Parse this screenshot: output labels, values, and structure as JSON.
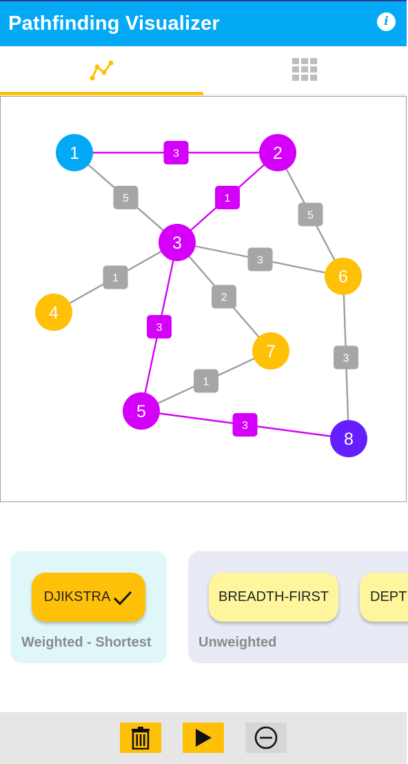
{
  "app": {
    "title": "Pathfinding Visualizer",
    "info_icon": "i",
    "accent_color": "#03A9F4",
    "highlight_color": "#FFC107"
  },
  "tabs": [
    {
      "icon": "graph-icon",
      "selected": true
    },
    {
      "icon": "grid-icon",
      "selected": false
    }
  ],
  "graph": {
    "colors": {
      "source": "#03A9F4",
      "path": "#D500F9",
      "visited": "#FFC107",
      "target": "#651FFF",
      "edge": "#9e9e9e",
      "weight_box": "#a6a6a6"
    },
    "nodes": [
      {
        "id": "1",
        "state": "source"
      },
      {
        "id": "2",
        "state": "path"
      },
      {
        "id": "3",
        "state": "path"
      },
      {
        "id": "4",
        "state": "visited"
      },
      {
        "id": "5",
        "state": "path"
      },
      {
        "id": "6",
        "state": "visited"
      },
      {
        "id": "7",
        "state": "visited"
      },
      {
        "id": "8",
        "state": "target"
      }
    ],
    "edges": [
      {
        "from": "1",
        "to": "2",
        "weight": "3",
        "on_path": true
      },
      {
        "from": "1",
        "to": "3",
        "weight": "5",
        "on_path": false
      },
      {
        "from": "3",
        "to": "2",
        "weight": "1",
        "on_path": true
      },
      {
        "from": "2",
        "to": "6",
        "weight": "5",
        "on_path": false
      },
      {
        "from": "3",
        "to": "6",
        "weight": "3",
        "on_path": false
      },
      {
        "from": "3",
        "to": "4",
        "weight": "1",
        "on_path": false
      },
      {
        "from": "3",
        "to": "7",
        "weight": "2",
        "on_path": false
      },
      {
        "from": "3",
        "to": "5",
        "weight": "3",
        "on_path": true
      },
      {
        "from": "6",
        "to": "8",
        "weight": "3",
        "on_path": false
      },
      {
        "from": "5",
        "to": "7",
        "weight": "1",
        "on_path": false
      },
      {
        "from": "5",
        "to": "8",
        "weight": "3",
        "on_path": true
      }
    ]
  },
  "algorithms": {
    "weighted": {
      "label": "Weighted - Shortest",
      "items": [
        {
          "name": "DJIKSTRA",
          "selected": true
        }
      ]
    },
    "unweighted": {
      "label": "Unweighted",
      "items": [
        {
          "name": "BREADTH-FIRST",
          "selected": false
        },
        {
          "name": "DEPTH-FIRST",
          "selected": false
        }
      ]
    }
  },
  "controls": [
    {
      "icon": "trash-icon",
      "color": "#FFC107"
    },
    {
      "icon": "play-icon",
      "color": "#FFC107"
    },
    {
      "icon": "minus-circle-icon",
      "color": "#d6d6d6"
    }
  ]
}
